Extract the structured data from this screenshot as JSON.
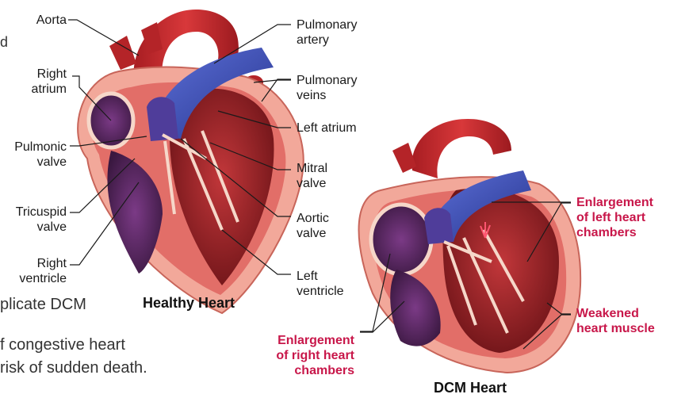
{
  "background_text": {
    "fragment_top": "d",
    "line1": "plicate DCM",
    "line2": "f congestive heart",
    "line3": "risk of sudden death."
  },
  "healthy": {
    "title": "Healthy Heart",
    "labels": {
      "aorta": "Aorta",
      "right_atrium": [
        "Right",
        "atrium"
      ],
      "pulmonic_valve": [
        "Pulmonic",
        "valve"
      ],
      "tricuspid_valve": [
        "Tricuspid",
        "valve"
      ],
      "right_ventricle": [
        "Right",
        "ventricle"
      ],
      "pulmonary_artery": [
        "Pulmonary",
        "artery"
      ],
      "pulmonary_veins": [
        "Pulmonary",
        "veins"
      ],
      "left_atrium": "Left atrium",
      "mitral_valve": [
        "Mitral",
        "valve"
      ],
      "aortic_valve": [
        "Aortic",
        "valve"
      ],
      "left_ventricle": [
        "Left",
        "ventricle"
      ]
    }
  },
  "dcm": {
    "title": "DCM Heart",
    "labels": {
      "left_chambers": [
        "Enlargement",
        "of left heart",
        "chambers"
      ],
      "weakened_muscle": [
        "Weakened",
        "heart muscle"
      ],
      "right_chambers": [
        "Enlargement",
        "of right heart",
        "chambers"
      ]
    }
  },
  "colors": {
    "accent_label": "#c8174a",
    "aorta_red": "#c7282b",
    "vessel_blue": "#3b4db0",
    "muscle_pink": "#f2a89a",
    "chamber_dark": "#8e1a1f"
  }
}
